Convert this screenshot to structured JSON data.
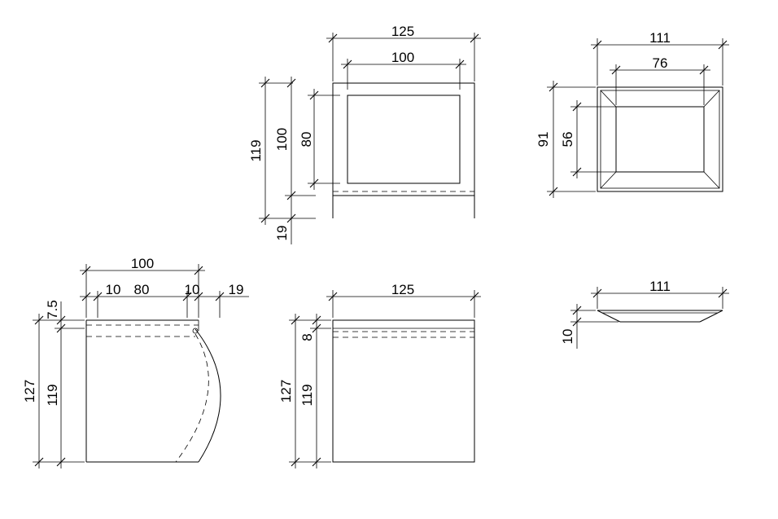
{
  "front_view": {
    "width_outer": "125",
    "width_inner": "100",
    "height_outer": "119",
    "height_mid": "100",
    "height_inner": "80",
    "leg": "19"
  },
  "tray_top_view": {
    "width_outer": "111",
    "width_inner": "76",
    "depth_outer": "91",
    "depth_inner": "56"
  },
  "side_view": {
    "depth": "100",
    "seg_left": "10",
    "seg_mid": "80",
    "seg_right": "10",
    "overhang": "19",
    "top": "7.5",
    "height_total": "127",
    "height_body": "119"
  },
  "back_view": {
    "width": "125",
    "top": "8",
    "height_total": "127",
    "height_body": "119"
  },
  "tray_side_view": {
    "width": "111",
    "height": "10"
  }
}
